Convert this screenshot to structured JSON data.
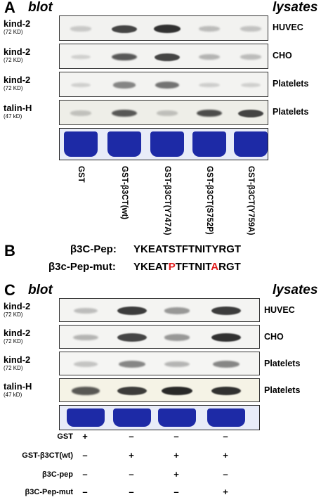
{
  "panel_a": {
    "letter": "A",
    "blot_header": "blot",
    "lysates_header": "lysates",
    "rows": [
      {
        "protein": "kind-2",
        "mw": "(72 KD)",
        "lysate": "HUVEC",
        "intensity": [
          0.08,
          0.8,
          0.9,
          0.15,
          0.12
        ]
      },
      {
        "protein": "kind-2",
        "mw": "(72 KD)",
        "lysate": "CHO",
        "intensity": [
          0.05,
          0.7,
          0.8,
          0.2,
          0.15
        ]
      },
      {
        "protein": "kind-2",
        "mw": "(72 KD)",
        "lysate": "Platelets",
        "intensity": [
          0.05,
          0.45,
          0.55,
          0.06,
          0.05
        ]
      },
      {
        "protein": "talin-H",
        "mw": "(47 kD)",
        "lysate": "Platelets",
        "intensity": [
          0.1,
          0.7,
          0.12,
          0.75,
          0.8
        ]
      }
    ],
    "lanes": [
      "GST",
      "GST-β3CT(wt)",
      "GST-β3CT(Y747A)",
      "GST-β3CT(S752P)",
      "GST-β3CT(Y759A)"
    ]
  },
  "panel_b": {
    "letter": "B",
    "peptides": [
      {
        "label": "β3C-Pep:",
        "seq": [
          {
            "t": "YKEATSTFTNITYRGT",
            "m": false
          }
        ]
      },
      {
        "label": "β3c-Pep-mut:",
        "seq": [
          {
            "t": "YKEAT",
            "m": false
          },
          {
            "t": "P",
            "m": true
          },
          {
            "t": "TFTNIT",
            "m": false
          },
          {
            "t": "A",
            "m": true
          },
          {
            "t": "RGT",
            "m": false
          }
        ]
      }
    ]
  },
  "panel_c": {
    "letter": "C",
    "blot_header": "blot",
    "lysates_header": "lysates",
    "rows": [
      {
        "protein": "kind-2",
        "mw": "(72 KD)",
        "lysate": "HUVEC",
        "intensity": [
          0.15,
          0.85,
          0.35,
          0.85
        ]
      },
      {
        "protein": "kind-2",
        "mw": "(72 KD)",
        "lysate": "CHO",
        "intensity": [
          0.2,
          0.8,
          0.35,
          0.9
        ]
      },
      {
        "protein": "kind-2",
        "mw": "(72 KD)",
        "lysate": "Platelets",
        "intensity": [
          0.12,
          0.45,
          0.2,
          0.45
        ]
      },
      {
        "protein": "talin-H",
        "mw": "(47 kD)",
        "lysate": "Platelets",
        "intensity": [
          0.7,
          0.85,
          0.95,
          0.9
        ]
      }
    ],
    "conditions": [
      {
        "label": "GST",
        "values": [
          "+",
          "–",
          "–",
          "–"
        ]
      },
      {
        "label": "GST-β3CT(wt)",
        "values": [
          "–",
          "+",
          "+",
          "+"
        ]
      },
      {
        "label": "β3C-pep",
        "values": [
          "–",
          "–",
          "+",
          "–"
        ]
      },
      {
        "label": "β3C-Pep-mut",
        "values": [
          "–",
          "–",
          "–",
          "+"
        ]
      }
    ]
  },
  "colors": {
    "coomassie": "#1d2aa6",
    "mutation": "#e01b1b",
    "band": "#1a1a1a"
  }
}
